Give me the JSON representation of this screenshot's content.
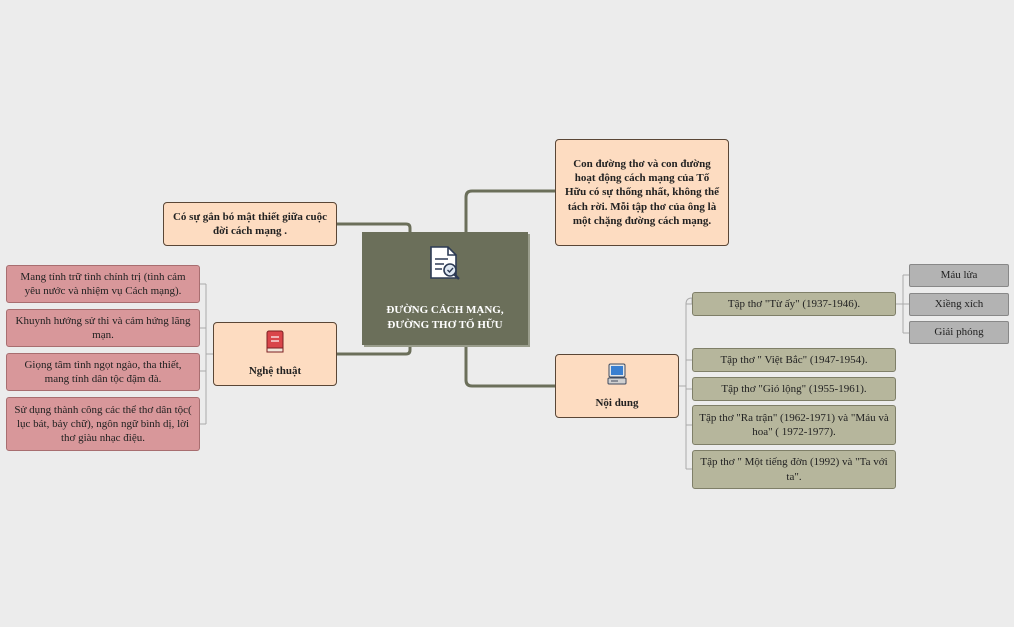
{
  "central": {
    "title_line1": "ĐƯỜNG CÁCH MẠNG,",
    "title_line2": "ĐƯỜNG THƠ TỐ HỮU",
    "icon": "document-search-icon"
  },
  "top_left": {
    "text": "Có sự gắn bó mật thiết giữa cuộc đời cách mạng ."
  },
  "top_right": {
    "text": "Con đường thơ và con đường hoạt động cách mạng của Tố Hữu có sự thống nhất, không thể tách rời. Mỗi tập thơ của ông là một chặng đường cách mạng."
  },
  "nghe_thuat": {
    "label": "Nghệ thuật",
    "icon": "red-book-icon",
    "items": [
      "Mang tính trữ tình chính trị (tình cảm yêu nước và nhiệm vụ Cách mạng).",
      "Khuynh hướng sử thi và cảm hứng lãng mạn.",
      "Giọng tâm tình ngọt ngào, tha thiết, mang tính dân tộc đậm đà.",
      "Sử dụng thành công các thể thơ dân tộc( lục bát, bảy chữ), ngôn ngữ bình dị, lời thơ giàu nhạc điệu."
    ]
  },
  "noi_dung": {
    "label": "Nội dung",
    "icon": "computer-icon",
    "items": [
      "Tập thơ \"Từ ấy\" (1937-1946).",
      "Tập thơ \" Việt Bắc\" (1947-1954).",
      "Tập thơ \"Gió lộng\" (1955-1961).",
      "Tập thơ \"Ra trận\" (1962-1971) và \"Máu và hoa\" ( 1972-1977).",
      "Tập thơ \" Một tiếng đờn (1992) và \"Ta với ta\"."
    ],
    "tu_ay_children": [
      "Máu lửa",
      "Xiềng xích",
      "Giải phóng"
    ]
  }
}
